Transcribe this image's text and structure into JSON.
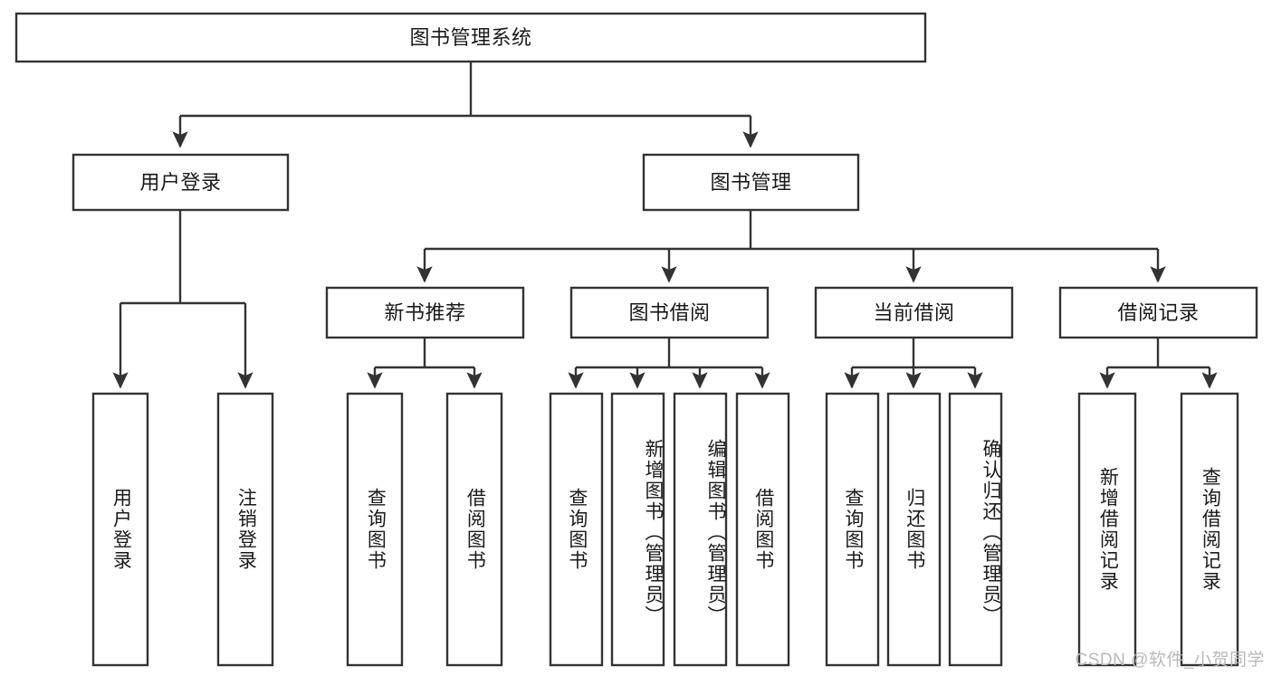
{
  "diagram": {
    "title": "图书管理系统",
    "type": "tree-hierarchy-chart",
    "colors": {
      "stroke": "#333333",
      "fill": "#ffffff",
      "text": "#1a1a1a",
      "watermark": "#b9b9b9",
      "background": "#ffffff"
    },
    "root": {
      "label": "图书管理系统"
    },
    "level2": [
      {
        "label": "用户登录"
      },
      {
        "label": "图书管理"
      }
    ],
    "level3": [
      {
        "label": "新书推荐"
      },
      {
        "label": "图书借阅"
      },
      {
        "label": "当前借阅"
      },
      {
        "label": "借阅记录"
      }
    ],
    "leaves": {
      "user_login": [
        {
          "label": "用户登录"
        },
        {
          "label": "注销登录"
        }
      ],
      "new_book_recommend": [
        {
          "label": "查询图书"
        },
        {
          "label": "借阅图书"
        }
      ],
      "book_borrow": [
        {
          "label": "查询图书"
        },
        {
          "label": "新增图书（管理员）"
        },
        {
          "label": "编辑图书（管理员）"
        },
        {
          "label": "借阅图书"
        }
      ],
      "current_borrow": [
        {
          "label": "查询图书"
        },
        {
          "label": "归还图书"
        },
        {
          "label": "确认归还（管理员）"
        }
      ],
      "borrow_record": [
        {
          "label": "新增借阅记录"
        },
        {
          "label": "查询借阅记录"
        }
      ]
    }
  },
  "watermark": {
    "text": "CSDN @软件_小贺同学"
  }
}
